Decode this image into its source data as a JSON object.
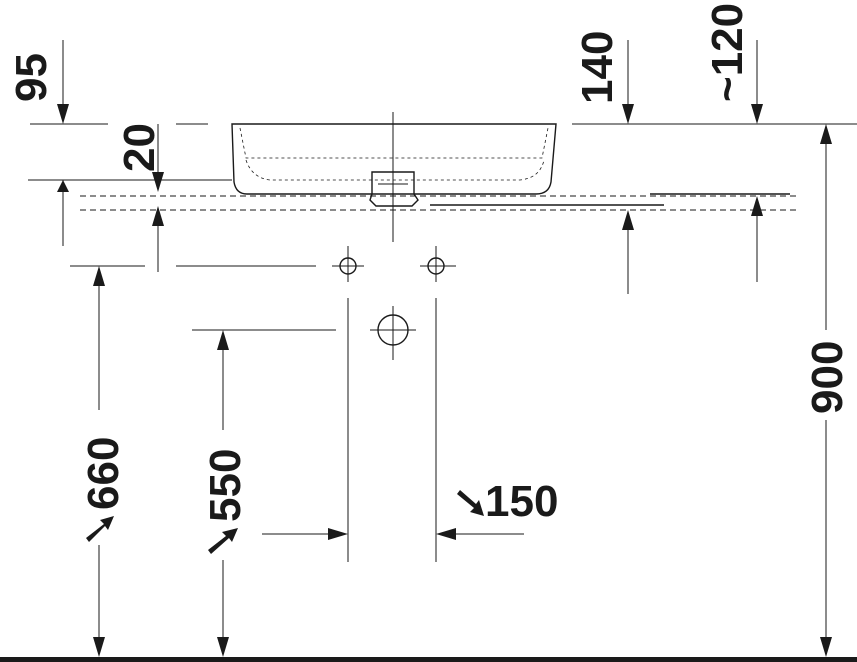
{
  "dimensions": {
    "d95": "95",
    "d20": "20",
    "d140": "140",
    "d120": "~120",
    "d900": "900",
    "d660": "660",
    "d550": "550",
    "d150": "150"
  },
  "colors": {
    "line": "#1a1a1a",
    "background": "#ffffff"
  }
}
